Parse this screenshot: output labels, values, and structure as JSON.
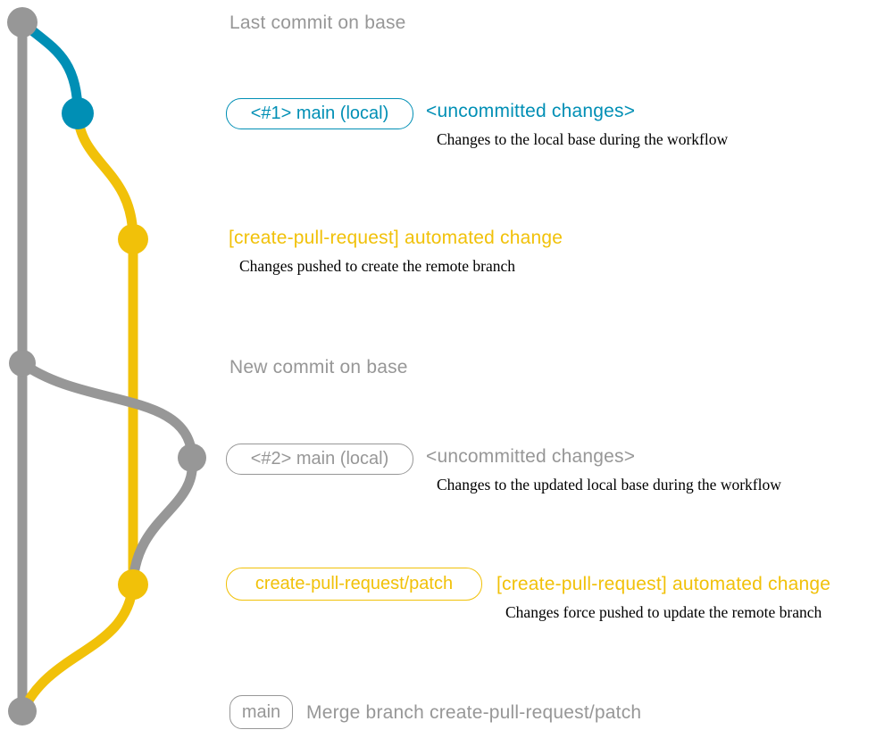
{
  "colors": {
    "gray": "#979797",
    "blue": "#008fb5",
    "yellow": "#f1c109",
    "desc": "#000000",
    "bg": "#ffffff"
  },
  "graph": {
    "branches": [
      {
        "name": "base",
        "color_key": "gray"
      },
      {
        "name": "main (local)",
        "color_key": "blue"
      },
      {
        "name": "create-pull-request/patch",
        "color_key": "yellow"
      }
    ],
    "commit_dots_top_to_bottom": [
      "gray",
      "blue",
      "yellow",
      "gray",
      "gray",
      "yellow",
      "gray"
    ]
  },
  "annotations": {
    "last_commit": {
      "text": "Last commit on base"
    },
    "row_main_1": {
      "badge": "<#1> main (local)",
      "title": "<uncommitted changes>",
      "description": "Changes to the local base during the workflow"
    },
    "row_automated_1": {
      "title": "[create-pull-request] automated change",
      "description": "Changes pushed to create the remote branch"
    },
    "new_commit": {
      "text": "New commit on base"
    },
    "row_main_2": {
      "badge": "<#2> main (local)",
      "title": "<uncommitted changes>",
      "description": "Changes to the updated local base during the workflow"
    },
    "row_patch": {
      "badge": "create-pull-request/patch",
      "title": "[create-pull-request] automated change",
      "description": "Changes force pushed to update the remote branch"
    },
    "row_merge": {
      "badge": "main",
      "text": "Merge branch create-pull-request/patch"
    }
  }
}
